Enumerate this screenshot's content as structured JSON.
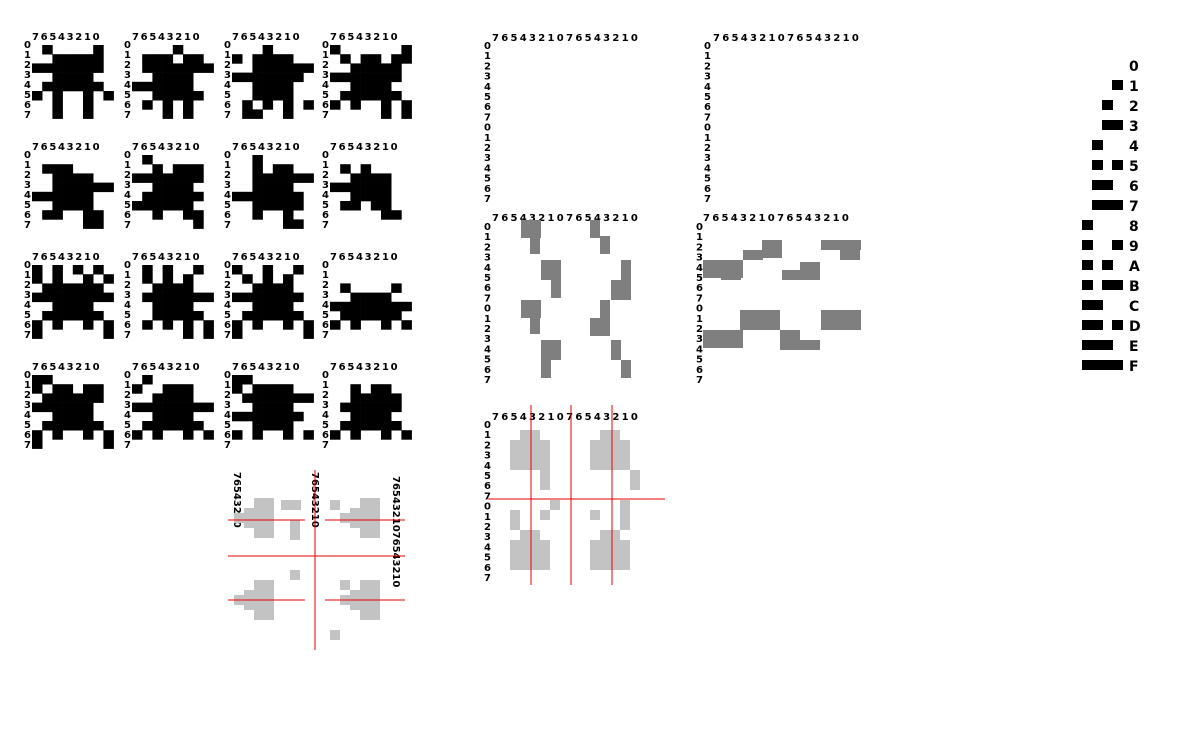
{
  "palette": {
    "background": "#ffffff",
    "tile_black": "#000000",
    "mirror_gray": "#7f7f7f",
    "ghost_gray": "#c3c3c3",
    "guide_red": "#e60000"
  },
  "col_header": "76543210",
  "col_header_double": "7654321076543210",
  "row_labels": [
    "0",
    "1",
    "2",
    "3",
    "4",
    "5",
    "6",
    "7"
  ],
  "row_labels_double": [
    "0",
    "1",
    "2",
    "3",
    "4",
    "5",
    "6",
    "7",
    "0",
    "1",
    "2",
    "3",
    "4",
    "5",
    "6",
    "7"
  ],
  "tile_grid": {
    "rows": 4,
    "cols": 4,
    "tiles": [
      [
        "01000010",
        "00111110",
        "11111110",
        "00111100",
        "01111110",
        "10100101",
        "00100100",
        "00100100"
      ],
      [
        "00001000",
        "01110110",
        "01111111",
        "00111100",
        "11111100",
        "00111110",
        "01010100",
        "00010100"
      ],
      [
        "00010000",
        "10111100",
        "00111111",
        "11111110",
        "00111100",
        "00111100",
        "01010101",
        "01100100"
      ],
      [
        "10000001",
        "01011011",
        "00111110",
        "11111110",
        "00111100",
        "01111110",
        "10100101",
        "00000101"
      ],
      [
        "00000000",
        "01110000",
        "00111100",
        "00111111",
        "11111100",
        "00111100",
        "01100110",
        "00000110"
      ],
      [
        "01000000",
        "00101110",
        "11111110",
        "00111100",
        "01111110",
        "11111100",
        "00100110",
        "00000010"
      ],
      [
        "00100000",
        "00101100",
        "00111111",
        "00111100",
        "11111110",
        "00111110",
        "00100100",
        "00000110"
      ],
      [
        "00000000",
        "01010000",
        "00111100",
        "11111100",
        "00111100",
        "01101100",
        "00000110",
        "00000000"
      ],
      [
        "10101010",
        "10100101",
        "01111110",
        "11111111",
        "00111100",
        "01111110",
        "10100101",
        "10000001"
      ],
      [
        "01010010",
        "01010100",
        "00111100",
        "01111111",
        "00111100",
        "00111110",
        "01010101",
        "00000101"
      ],
      [
        "10010010",
        "01010100",
        "00111100",
        "11111110",
        "00111100",
        "01111110",
        "10100101",
        "10000001"
      ],
      [
        "00000000",
        "00000000",
        "01000010",
        "00111100",
        "11111111",
        "01111110",
        "10100101",
        "00000000"
      ],
      [
        "11000000",
        "10110110",
        "01111110",
        "11111100",
        "00111100",
        "01111110",
        "10100101",
        "10000001"
      ],
      [
        "01000000",
        "10011100",
        "00111100",
        "11111111",
        "00111100",
        "01111110",
        "10100101",
        "00000000"
      ],
      [
        "11000000",
        "10111100",
        "01111111",
        "00111100",
        "11111110",
        "00111100",
        "10100101",
        "00000000"
      ],
      [
        "00000000",
        "00101100",
        "00111110",
        "01111110",
        "00111100",
        "01111110",
        "10100101",
        "00000000"
      ]
    ]
  },
  "outline_panels": [
    {
      "name": "empty-panel-left"
    },
    {
      "name": "empty-panel-right"
    }
  ],
  "hex_ramp": {
    "labels": [
      "0",
      "1",
      "2",
      "3",
      "4",
      "5",
      "6",
      "7",
      "8",
      "9",
      "A",
      "B",
      "C",
      "D",
      "E",
      "F"
    ],
    "values": [
      0,
      1,
      2,
      3,
      4,
      5,
      6,
      7,
      8,
      9,
      10,
      11,
      12,
      13,
      14,
      15
    ]
  }
}
